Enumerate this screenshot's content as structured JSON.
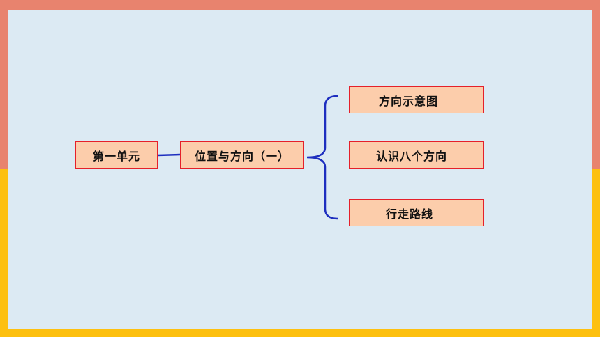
{
  "colors": {
    "frame_top": "#E8836E",
    "frame_bottom": "#FDC00F",
    "panel": "#DCEAF3",
    "node_fill": "#FCCDAB",
    "node_border": "#E5202A",
    "connector": "#1E2FBF"
  },
  "diagram": {
    "unit": "第一单元",
    "topic": "位置与方向（一）",
    "subtopics": [
      "方向示意图",
      "认识八个方向",
      "行走路线"
    ]
  }
}
